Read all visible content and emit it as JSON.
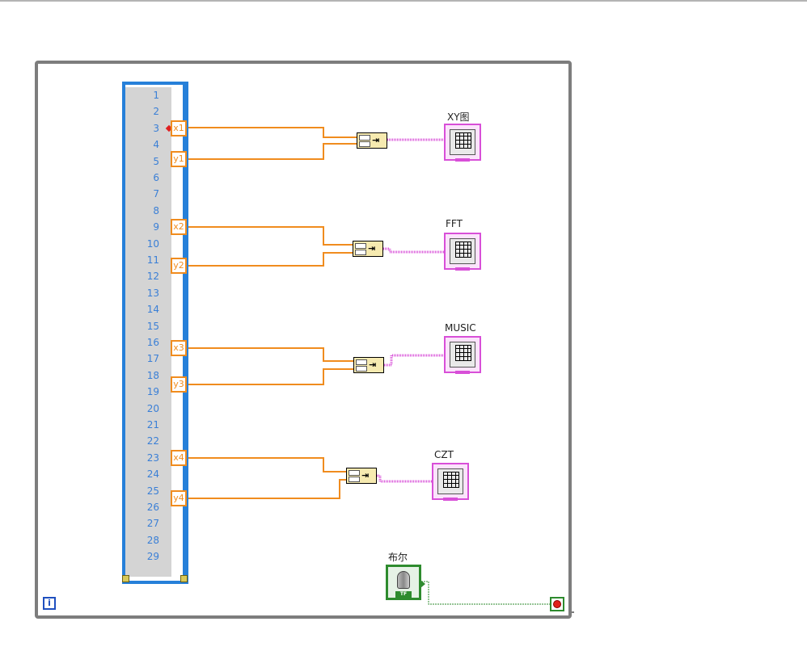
{
  "iteration_terminal": "i",
  "index_column": {
    "rows": [
      "1",
      "2",
      "3",
      "4",
      "5",
      "6",
      "7",
      "8",
      "9",
      "10",
      "11",
      "12",
      "13",
      "14",
      "15",
      "16",
      "17",
      "18",
      "19",
      "20",
      "21",
      "22",
      "23",
      "24",
      "25",
      "26",
      "27",
      "28",
      "29"
    ]
  },
  "tunnels": [
    {
      "label": "x1"
    },
    {
      "label": "y1"
    },
    {
      "label": "x2"
    },
    {
      "label": "y2"
    },
    {
      "label": "x3"
    },
    {
      "label": "y3"
    },
    {
      "label": "x4"
    },
    {
      "label": "y4"
    }
  ],
  "graphs": [
    {
      "label": "XY图"
    },
    {
      "label": "FFT"
    },
    {
      "label": "MUSIC"
    },
    {
      "label": "CZT"
    }
  ],
  "boolean_control": {
    "label": "布尔",
    "indicator_text": "TF"
  },
  "colors": {
    "loop_border": "#7d7d7d",
    "array_border": "#2680d9",
    "numeric_wire": "#f08c1e",
    "cluster_wire": "#d84fd8",
    "boolean_wire": "#2e8b2e",
    "stop_button": "#e0201a"
  },
  "icons": {
    "bundle": "bundle-icon",
    "xy_graph": "xy-graph-icon",
    "toggle": "toggle-switch-icon",
    "stop": "stop-icon"
  }
}
